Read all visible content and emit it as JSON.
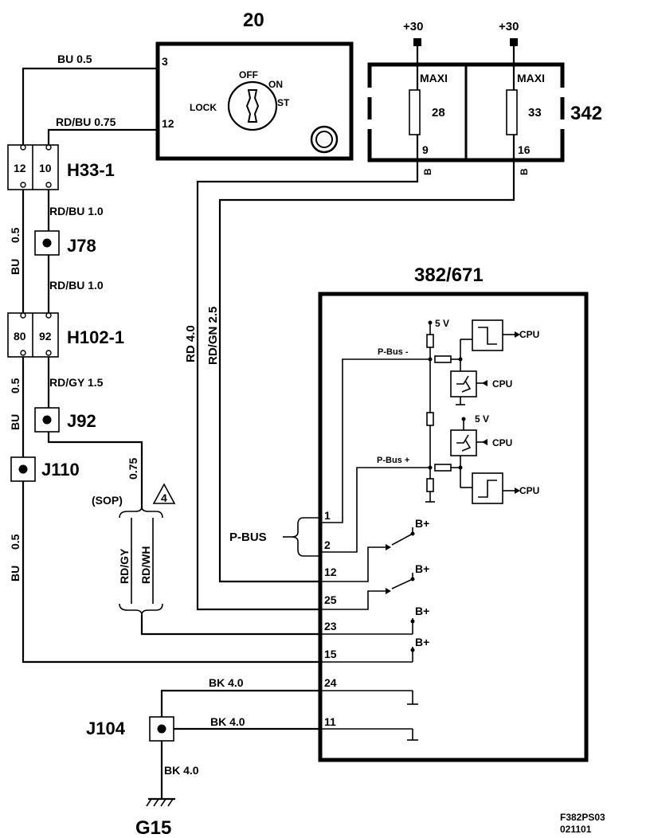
{
  "components": {
    "ignition_id": "20",
    "ignition_pins": [
      "3",
      "12"
    ],
    "ignition_positions": [
      "OFF",
      "ON",
      "LOCK",
      "ST"
    ],
    "fusebox_id": "342",
    "fuse_supply": "+30",
    "fuse_type": "MAXI",
    "fuse_a": "28",
    "fuse_b": "33",
    "fuse_a_pin": "9",
    "fuse_b_pin": "16",
    "control_unit_id": "382/671",
    "connectors": {
      "h33": "H33-1",
      "h33_pins": [
        "12",
        "10"
      ],
      "h102": "H102-1",
      "h102_pins": [
        "80",
        "92"
      ],
      "j78": "J78",
      "j92": "J92",
      "j110": "J110",
      "j104": "J104",
      "ground": "G15"
    }
  },
  "wires": {
    "bu05": "BU  0.5",
    "rdbu075": "RD/BU  0.75",
    "rdbu10": "RD/BU  1.0",
    "rdgy15": "RD/GY  1.5",
    "bk40": "BK  4.0",
    "b": "B",
    "rd40": "RD  4.0",
    "rdgn25": "RD/GN  2.5",
    "bu": "BU",
    "half": "0.5",
    "w075": "0.75",
    "rdgy": "RD/GY",
    "rdwh": "RD/WH",
    "sop": "(SOP)",
    "note": "4"
  },
  "internal": {
    "five_v": "5 V",
    "cpu": "CPU",
    "pbus_minus": "P-Bus -",
    "pbus_plus": "P-Bus +",
    "pbus": "P-BUS",
    "bplus": "B+",
    "pins": [
      "1",
      "2",
      "12",
      "25",
      "23",
      "15",
      "24",
      "11"
    ]
  },
  "footer": {
    "code": "F382PS03",
    "date": "021101"
  }
}
